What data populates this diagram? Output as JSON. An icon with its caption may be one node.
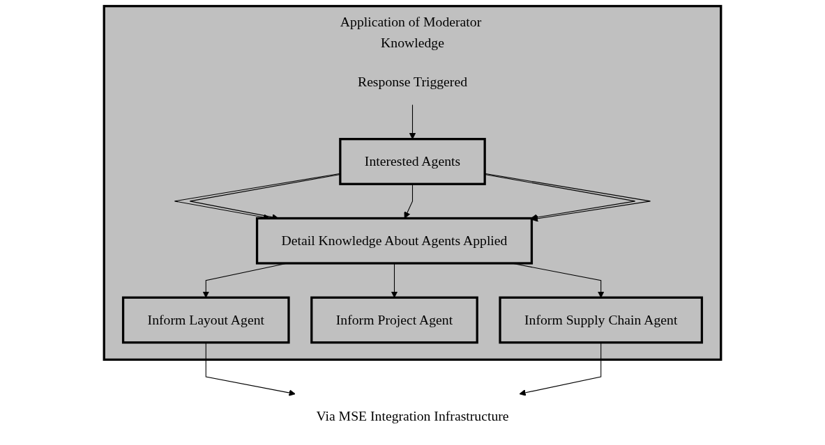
{
  "diagram": {
    "nodes": [
      {
        "text": [
          "Application of Moderator Knowledge"
        ]
      },
      {
        "text": [
          "Response Triggered"
        ],
        "in": 0
      },
      {
        "text": [
          "Interested Agents"
        ],
        "in": 0
      },
      {
        "text": [
          "Detail Knowledge About Agents Applied"
        ],
        "in": 0
      },
      {
        "text": [
          "Inform Layout Agent"
        ],
        "in": 0
      },
      {
        "text": [
          "Inform Project Agent"
        ],
        "in": 0
      },
      {
        "text": [
          "Inform Supply Chain Agent"
        ],
        "in": 0
      },
      {
        "text": [
          "Via MSE Integration Infrastructure"
        ]
      }
    ],
    "edges": [
      {
        "from": 1,
        "to": 2,
        "arrow": "to"
      },
      {
        "from": 2,
        "to": 3,
        "arrow": "to"
      },
      {
        "from": 2,
        "to": 3,
        "arrow": "to"
      },
      {
        "from": 2,
        "to": 3,
        "arrow": "to"
      },
      {
        "from": 2,
        "to": 3,
        "arrow": "to"
      },
      {
        "from": 2,
        "to": 3,
        "arrow": "to"
      },
      {
        "from": 3,
        "to": 4,
        "arrow": "to"
      },
      {
        "from": 3,
        "to": 5,
        "arrow": "to"
      },
      {
        "from": 3,
        "to": 6,
        "arrow": "to"
      },
      {
        "from": 4,
        "to": 7,
        "arrow": "to"
      },
      {
        "from": 6,
        "to": 7,
        "arrow": "to"
      }
    ]
  }
}
